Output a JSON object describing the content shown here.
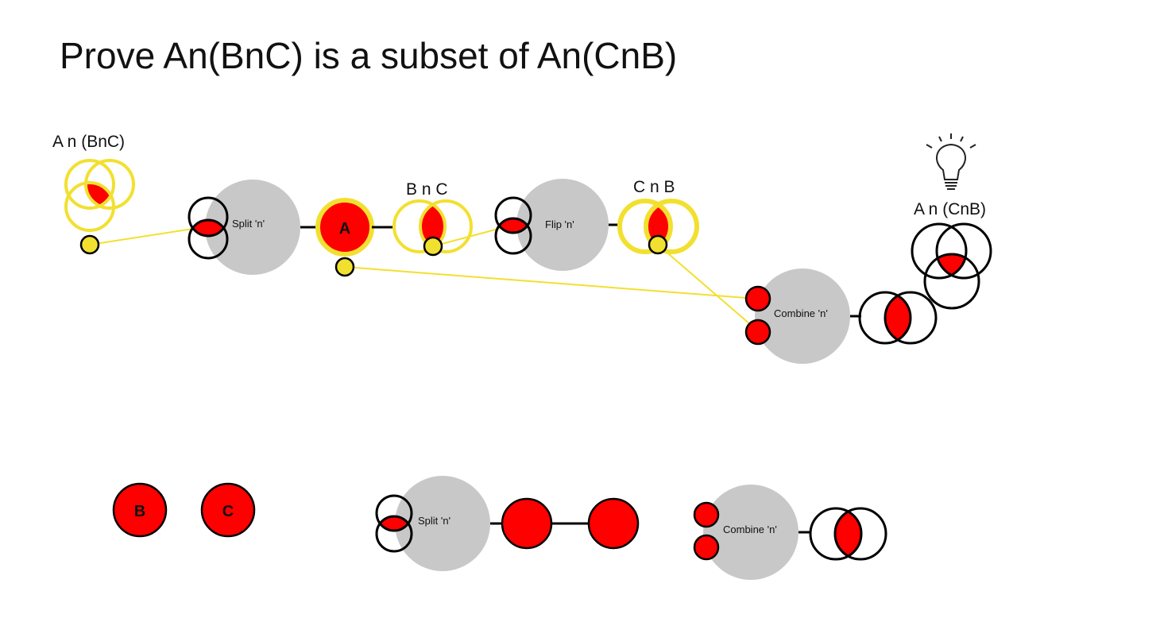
{
  "title": "Prove An(BnC) is a subset of An(CnB)",
  "labels": {
    "a_n_bnc": "A n (BnC)",
    "b_n_c": "B n C",
    "c_n_b": "C n B",
    "a_n_cnb": "A n (CnB)"
  },
  "nodes": {
    "split_top": "Split  'n'",
    "flip": "Flip 'n'",
    "combine_top": "Combine 'n'",
    "split_bottom": "Split  'n'",
    "combine_bottom": "Combine 'n'"
  },
  "sets": {
    "a": "A",
    "b": "B",
    "c": "C"
  },
  "colors": {
    "highlight": "#ff0000",
    "wire": "#f2e030",
    "operator": "#c8c8c8"
  },
  "icons": [
    "lightbulb-icon"
  ]
}
